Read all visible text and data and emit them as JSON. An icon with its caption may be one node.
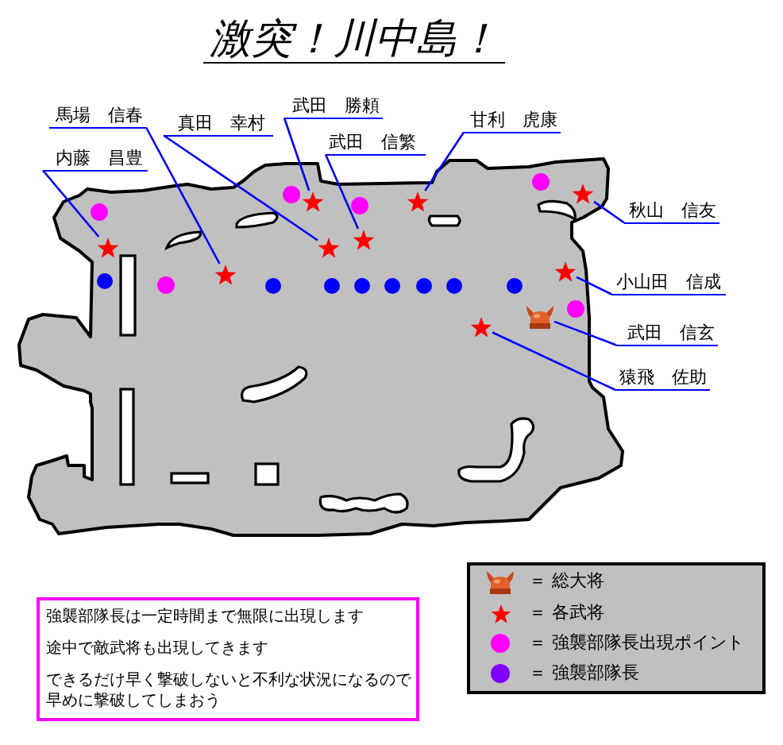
{
  "diagram": {
    "title": "激突！川中島！",
    "nodes": [
      {
        "text": [
          "武田　勝頼"
        ]
      },
      {
        "text": [
          "馬場　信春"
        ]
      },
      {
        "text": [
          "甘利　虎康"
        ]
      },
      {
        "text": [
          "真田　幸村"
        ]
      },
      {
        "text": [
          "武田　信繁"
        ]
      },
      {
        "text": [
          "内藤　昌豊"
        ]
      },
      {
        "text": [
          "秋山　信友"
        ]
      },
      {
        "text": [
          "小山田　信成"
        ]
      },
      {
        "text": [
          "武田　信玄"
        ]
      },
      {
        "text": [
          "猿飛　佐助"
        ]
      },
      {
        "text": [],
        "shape": "star"
      },
      {
        "text": [],
        "shape": "star"
      },
      {
        "text": [],
        "shape": "star"
      },
      {
        "text": [],
        "shape": "star"
      },
      {
        "text": [],
        "shape": "star"
      },
      {
        "text": [],
        "shape": "star"
      },
      {
        "text": [],
        "shape": "star"
      },
      {
        "text": [],
        "shape": "star"
      },
      {
        "text": [],
        "shape": "helmet"
      },
      {
        "text": [],
        "shape": "star"
      },
      {
        "text": [
          "強襲部隊長は一定時間まで無限に出現します",
          "途中で敵武将も出現してきます",
          "できるだけ早く撃破しないと不利な状況になるので早めに撃破してしまおう"
        ]
      }
    ],
    "edges": [
      {
        "from": 0,
        "to": 10,
        "arrow": "none"
      },
      {
        "from": 1,
        "to": 11,
        "arrow": "none"
      },
      {
        "from": 2,
        "to": 12,
        "arrow": "none"
      },
      {
        "from": 3,
        "to": 13,
        "arrow": "none"
      },
      {
        "from": 4,
        "to": 14,
        "arrow": "none"
      },
      {
        "from": 5,
        "to": 15,
        "arrow": "none"
      },
      {
        "from": 6,
        "to": 16,
        "arrow": "none"
      },
      {
        "from": 7,
        "to": 17,
        "arrow": "none"
      },
      {
        "from": 8,
        "to": 18,
        "arrow": "none"
      },
      {
        "from": 9,
        "to": 19,
        "arrow": "none"
      }
    ],
    "legend": [
      {
        "text": "＝ 総大将"
      },
      {
        "text": "＝ 各武将"
      },
      {
        "text": "＝ 強襲部隊長出現ポイント",
        "color": "#ff00ff"
      },
      {
        "text": "＝ 強襲部隊長",
        "color": "#8000ff"
      }
    ]
  }
}
